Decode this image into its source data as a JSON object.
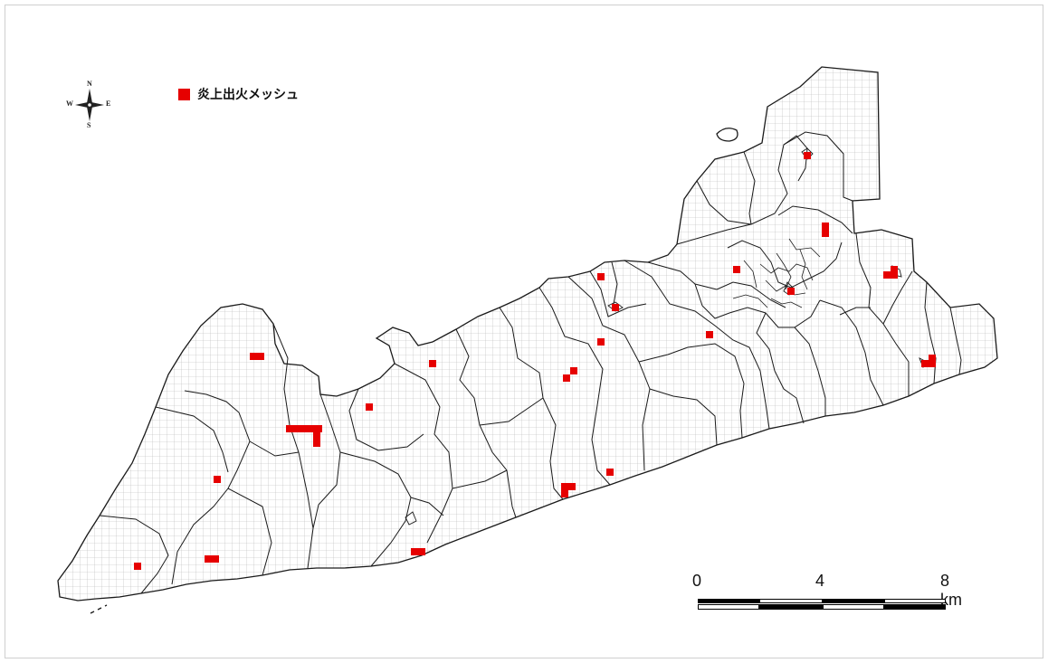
{
  "compass": {
    "north": "N",
    "south": "S",
    "east": "E",
    "west": "W"
  },
  "legend": {
    "label": "炎上出火メッシュ",
    "color": "#e60000"
  },
  "scale_bar": {
    "ticks": [
      "0",
      "4",
      "8 km"
    ]
  },
  "colors": {
    "boundary": "#1a1a1a",
    "grid": "#b5b5b5",
    "mesh": "#e60000"
  },
  "fire_mesh_count": 42
}
